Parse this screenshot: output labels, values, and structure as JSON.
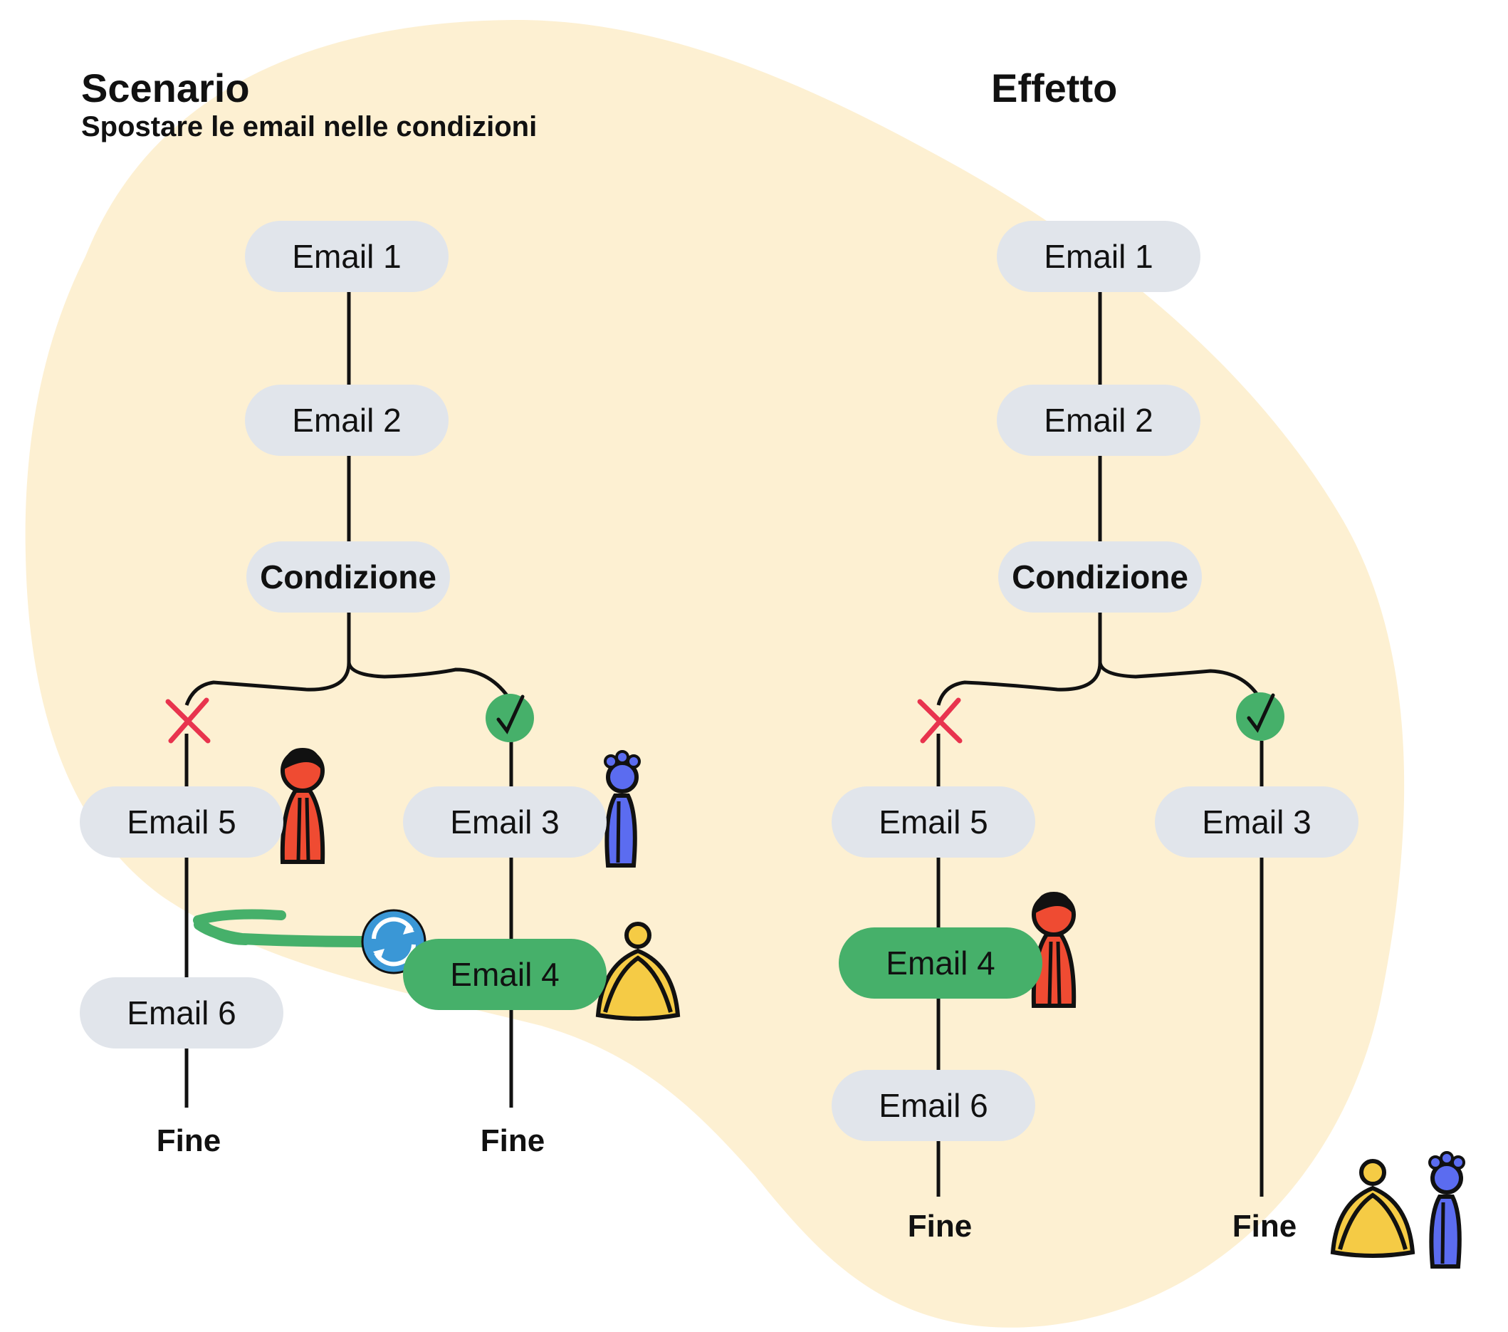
{
  "scenario": {
    "title": "Scenario",
    "subtitle": "Spostare le email nelle condizioni",
    "nodes": {
      "email1": "Email 1",
      "email2": "Email 2",
      "condition": "Condizione",
      "email5": "Email 5",
      "email6": "Email 6",
      "email3": "Email 3",
      "email4": "Email 4"
    },
    "end_left": "Fine",
    "end_right": "Fine"
  },
  "effect": {
    "title": "Effetto",
    "nodes": {
      "email1": "Email 1",
      "email2": "Email 2",
      "condition": "Condizione",
      "email5": "Email 5",
      "email4": "Email 4",
      "email6": "Email 6",
      "email3": "Email 3"
    },
    "end_left": "Fine",
    "end_right": "Fine"
  },
  "colors": {
    "background_blob": "#fdf0d2",
    "node": "#e1e5eb",
    "highlight": "#46b06a",
    "cross": "#e8344e",
    "check": "#46b06a",
    "person_red": "#ef4b32",
    "person_blue": "#5b6cf0",
    "person_yellow": "#f5cb45",
    "sync": "#3a97d6"
  }
}
